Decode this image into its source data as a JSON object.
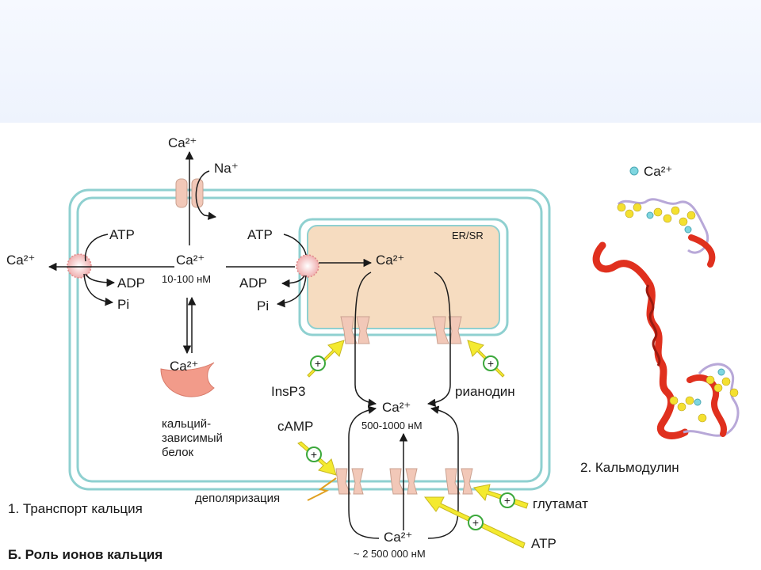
{
  "labels": {
    "ca_top": "Ca²⁺",
    "na": "Na⁺",
    "ca_left": "Ca²⁺",
    "atp_left": "ATP",
    "adp_left": "ADP",
    "pi_left": "Pi",
    "ca_cyto": "Ca²⁺",
    "ca_cyto_conc": "10-100 нМ",
    "atp_right": "ATP",
    "adp_right": "ADP",
    "pi_right": "Pi",
    "er_label": "ER/SR",
    "ca_er": "Ca²⁺",
    "ca_protein": "Ca²⁺",
    "protein_line1": "кальций-",
    "protein_line2": "зависимый",
    "protein_line3": "белок",
    "insp3": "InsP3",
    "ryanodine": "рианодин",
    "ca_mid": "Ca²⁺",
    "ca_mid_conc": "500-1000 нМ",
    "camp": "cAMP",
    "depolarization": "деполяризация",
    "glutamate": "глутамат",
    "atp_bottom": "ATP",
    "ca_out": "Ca²⁺",
    "ca_out_conc": "~ 2 500 000 нМ",
    "caption_1": "1. Транспорт кальция",
    "caption_2": "2. Кальмодулин",
    "caption_b": "Б. Роль ионов кальция",
    "calmodulin_ca": "Ca²⁺",
    "plus": "+"
  },
  "colors": {
    "membrane": "#8fd0d0",
    "er_fill": "#f6dcc0",
    "channel": "#f2c8b8",
    "yellow_arrow": "#f4ea30",
    "helix": "#e0301e",
    "ca_ion": "#7fd6e0",
    "plus_circle": "#3ca83c"
  }
}
